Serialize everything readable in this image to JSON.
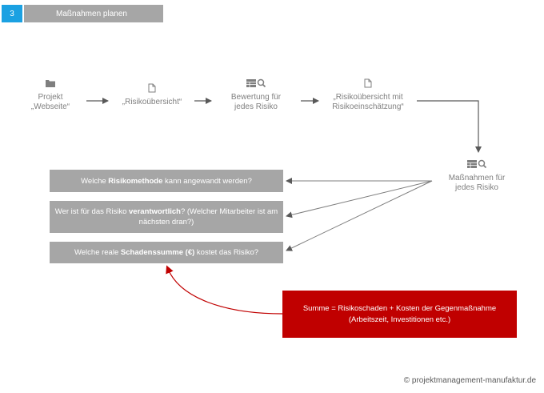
{
  "header": {
    "number": "3",
    "title": "Maßnahmen planen"
  },
  "steps": [
    {
      "line1": "Projekt",
      "line2": "„Webseite“",
      "icon": "folder-icon"
    },
    {
      "line1": "„Risikoübersicht“",
      "line2": "",
      "icon": "document-icon"
    },
    {
      "line1": "Bewertung  für",
      "line2": "jedes Risiko",
      "icon": "table-search-icon"
    },
    {
      "line1": "„Risikoübersicht mit",
      "line2": "Risikoeinschätzung“",
      "icon": "document-icon"
    },
    {
      "line1": "Maßnahmen für",
      "line2": "jedes Risiko",
      "icon": "table-search-icon"
    }
  ],
  "questions": [
    {
      "pre": "Welche ",
      "bold": "Risikomethode",
      "post": " kann angewandt werden?"
    },
    {
      "pre": "Wer ist für das Risiko ",
      "bold": "verantwortlich",
      "post": "? (Welcher Mitarbeiter  ist am nächsten dran?)"
    },
    {
      "pre": "Welche reale ",
      "bold": "Schadenssumme (€)",
      "post": " kostet das Risiko?"
    }
  ],
  "formula": {
    "line1": "Summe = Risikoschaden + Kosten der Gegenmaßnahme",
    "line2": "(Arbeitszeit, Investitionen etc.)"
  },
  "colors": {
    "accent_blue": "#1ba1e2",
    "box_gray": "#a6a6a6",
    "formula_red": "#c00000"
  },
  "footer": "© projektmanagement-manufaktur.de"
}
